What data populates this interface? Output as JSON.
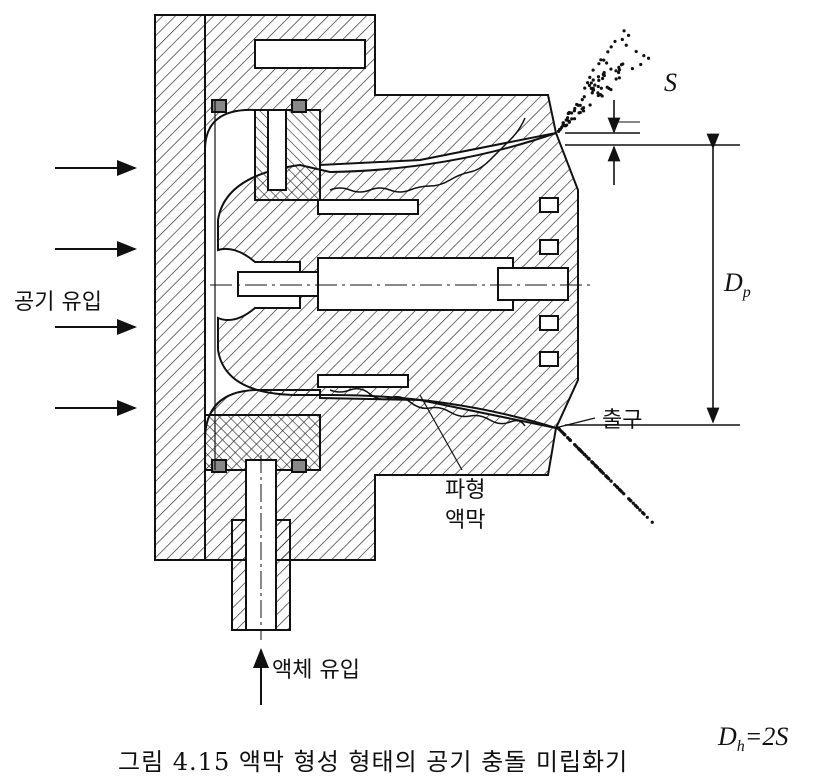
{
  "labels": {
    "air_inlet": "공기 유입",
    "gap": "S",
    "diameter": "D",
    "diameter_sub": "p",
    "outlet": "출구",
    "wavy_film_line1": "파형",
    "wavy_film_line2": "액막",
    "liquid_inlet": "액체 유입",
    "hydraulic_diameter": "D",
    "hydraulic_diameter_sub": "h",
    "hydraulic_diameter_eq": "=2S"
  },
  "caption": "그림 4.15  액막 형성 형태의 공기 충돌 미립화기"
}
